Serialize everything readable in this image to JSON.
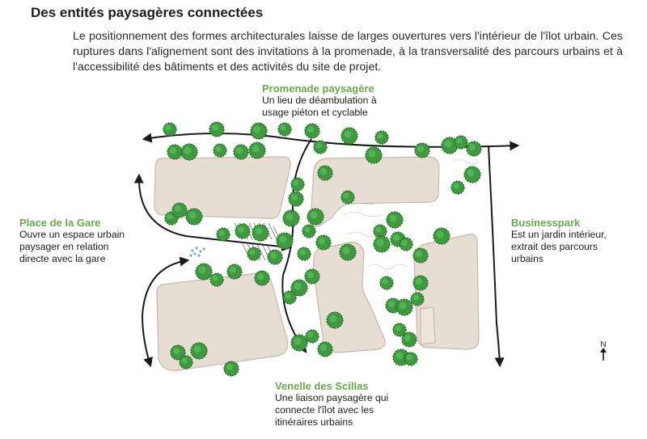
{
  "title": "Des entités paysagères connectées",
  "intro": "Le positionnement des formes architecturales laisse de larges ouvertures vers l'intérieur de l'îlot urbain. Ces ruptures dans l'alignement sont des invitations à la promenade, à la transversalité des parcours urbains et à l'accessibilité des bâtiments et des activités du site de projet.",
  "labels": {
    "promenade": {
      "heading": "Promenade paysagère",
      "text": "Un lieu de déambulation à usage piéton et cyclable"
    },
    "gare": {
      "heading": "Place de la Gare",
      "text": "Ouvre un espace urbain paysager en relation directe avec la gare"
    },
    "business": {
      "heading": "Businesspark",
      "text": "Est un jardin intérieur, extrait des parcours urbains"
    },
    "venelle": {
      "heading": "Venelle des Scillas",
      "text": "Une liaison paysagère qui connecte l'îlot avec les itinéraires urbains"
    }
  },
  "north": "N",
  "colors": {
    "accent": "#6aa84f",
    "building": "#e6ddd3",
    "building_edge": "#c9b8a8",
    "tree": "#2e8b2e",
    "path": "#1a1a1a"
  }
}
